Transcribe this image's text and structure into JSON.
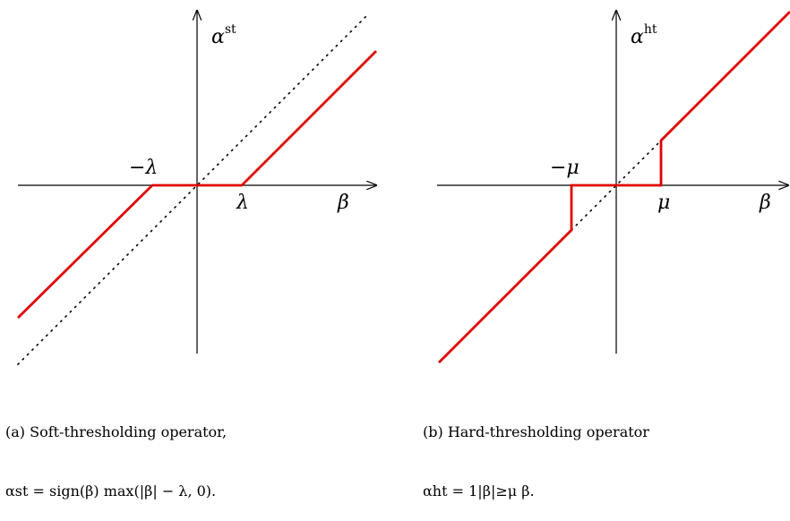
{
  "panel_a": {
    "y_label": "α",
    "y_label_sup": "st",
    "x_label": "β",
    "neg_threshold_label": "−λ",
    "pos_threshold_label": "λ",
    "caption_line1": "(a) Soft-thresholding operator,",
    "caption_line2": "αst = sign(β) max(|β| − λ, 0)."
  },
  "panel_b": {
    "y_label": "α",
    "y_label_sup": "ht",
    "x_label": "β",
    "neg_threshold_label": "−μ",
    "pos_threshold_label": "μ",
    "caption_line1": "(b) Hard-thresholding operator",
    "caption_line2": "αht = 1|β|≥μ β."
  },
  "colors": {
    "operator": "#e00000",
    "axes": "#000000"
  }
}
